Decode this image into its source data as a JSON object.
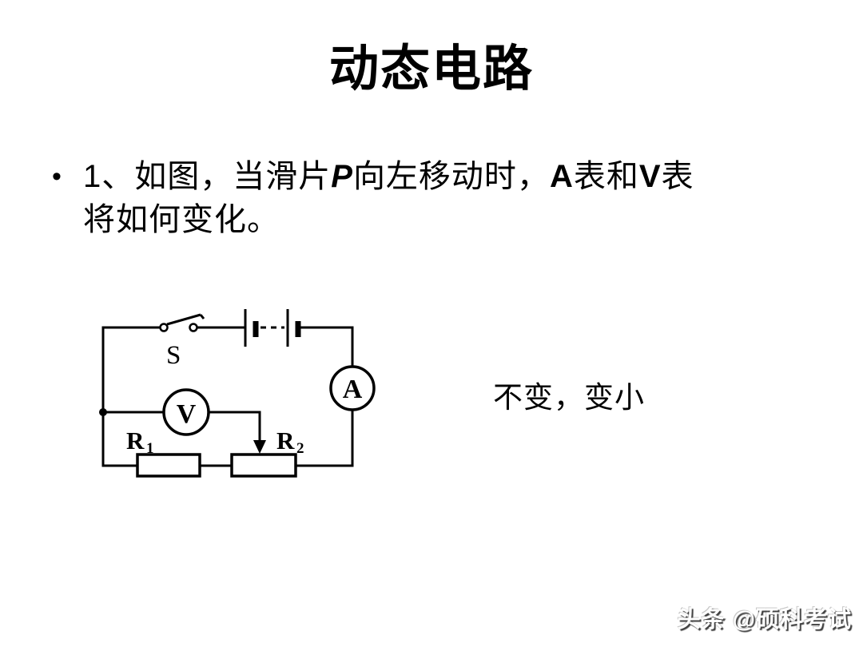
{
  "title": "动态电路",
  "question": {
    "bullet": "•",
    "line1_segments": [
      {
        "t": "1、如图，当滑片"
      },
      {
        "t": "P"
      },
      {
        "t": "向左移动时，"
      },
      {
        "t": "A"
      },
      {
        "t": "表和"
      },
      {
        "t": "V"
      },
      {
        "t": "表"
      }
    ],
    "line2": "将如何变化。"
  },
  "circuit": {
    "labels": {
      "switch": "S",
      "ammeter": "A",
      "voltmeter": "V",
      "r1_base": "R",
      "r1_sub": "1",
      "r2_base": "R",
      "r2_sub": "2"
    }
  },
  "answer": "不变，变小",
  "watermark": "头条 @硕科考试",
  "colors": {
    "ink": "#000000",
    "background": "#ffffff"
  }
}
